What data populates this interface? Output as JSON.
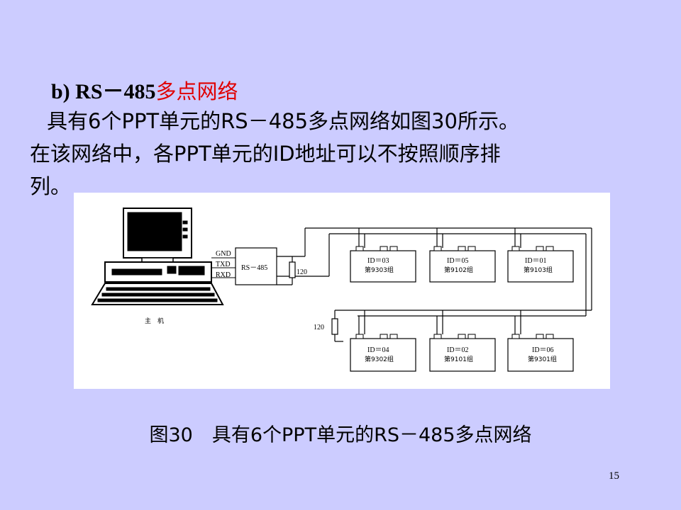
{
  "heading": {
    "prefix": "b)  RS－485",
    "accent": "多点网络"
  },
  "paragraph": {
    "line1": "具有6个PPT单元的RS－485多点网络如图30所示。",
    "line2": "在该网络中，各PPT单元的ID地址可以不按照顺序排",
    "line3": "列。"
  },
  "diagram": {
    "host_label": "主　机",
    "signals": [
      "GND",
      "TXD",
      "RXD"
    ],
    "converter_label": "RS－485",
    "terminator_top": "120",
    "terminator_bottom": "120",
    "units_top": [
      {
        "id": "ID＝03",
        "group": "第9303组"
      },
      {
        "id": "ID＝05",
        "group": "第9102组"
      },
      {
        "id": "ID＝01",
        "group": "第9103组"
      }
    ],
    "units_bottom": [
      {
        "id": "ID＝04",
        "group": "第9302组"
      },
      {
        "id": "ID＝02",
        "group": "第9101组"
      },
      {
        "id": "ID＝06",
        "group": "第9301组"
      }
    ]
  },
  "caption": "图30　具有6个PPT单元的RS－485多点网络",
  "page_number": "15"
}
